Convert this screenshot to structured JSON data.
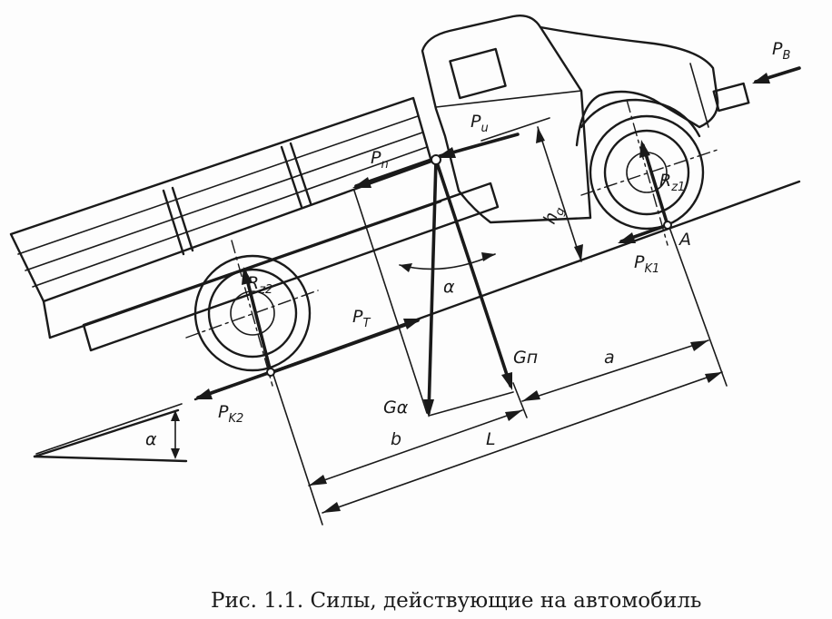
{
  "labels": {
    "pv": "P",
    "pv_sub": "B",
    "pu": "P",
    "pu_sub": "u",
    "pp": "P",
    "pp_sub": "n",
    "pt": "P",
    "pt_sub": "T",
    "pk1": "P",
    "pk1_sub": "K1",
    "pk2": "P",
    "pk2_sub": "K2",
    "rz1": "R",
    "rz1_sub": "z1",
    "rz2": "R",
    "rz2_sub": "z2",
    "hg": "h",
    "hg_sub": "g",
    "alpha_center": "α",
    "alpha_slope": "α",
    "ga": "Gα",
    "gp": "Gп",
    "a_dim": "a",
    "b_dim": "b",
    "l_dim": "L",
    "point_a": "A"
  },
  "caption": "Рис. 1.1. Силы, действующие на автомобиль"
}
